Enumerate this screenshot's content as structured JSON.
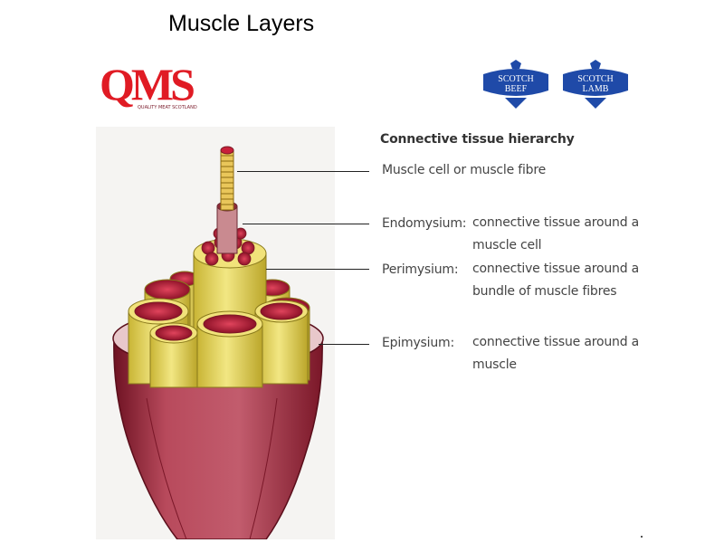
{
  "slide": {
    "title": "Muscle Layers"
  },
  "logos": {
    "qms": {
      "letters": "QMS",
      "caption": "QUALITY MEAT SCOTLAND"
    },
    "beef": {
      "line1": "SCOTCH",
      "line2": "BEEF"
    },
    "lamb": {
      "line1": "SCOTCH",
      "line2": "LAMB"
    }
  },
  "diagram": {
    "heading": "Connective tissue hierarchy",
    "labels": [
      {
        "term": "Muscle cell or muscle fibre",
        "description": ""
      },
      {
        "term": "Endomysium:",
        "description": "connective tissue around a muscle cell"
      },
      {
        "term": "Perimysium:",
        "description": "connective tissue around a bundle of muscle fibres"
      },
      {
        "term": "Epimysium:",
        "description": "connective tissue around a muscle"
      }
    ]
  },
  "colors": {
    "logo_red": "#e01b24",
    "logo_blue": "#2a3d8f",
    "badge_blue": "#1f4aa8",
    "muscle_red": "#9a2336",
    "fibre_red": "#c8203a",
    "sheath_yellow": "#e6d55a"
  }
}
